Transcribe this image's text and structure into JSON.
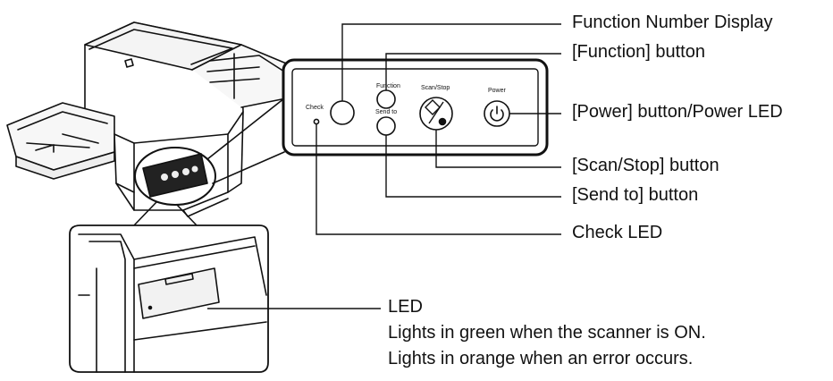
{
  "callouts": {
    "function_number_display": "Function Number Display",
    "function_button": "[Function] button",
    "power_button": "[Power] button/Power LED",
    "scan_stop_button": "[Scan/Stop] button",
    "send_to_button": "[Send to] button",
    "check_led": "Check LED",
    "led_title": "LED",
    "led_green": "Lights in green when the scanner is ON.",
    "led_orange": "Lights in orange when an error occurs."
  },
  "panel_labels": {
    "check": "Check",
    "function": "Function",
    "send_to": "Send to",
    "scan_stop": "Scan/Stop",
    "power": "Power"
  }
}
